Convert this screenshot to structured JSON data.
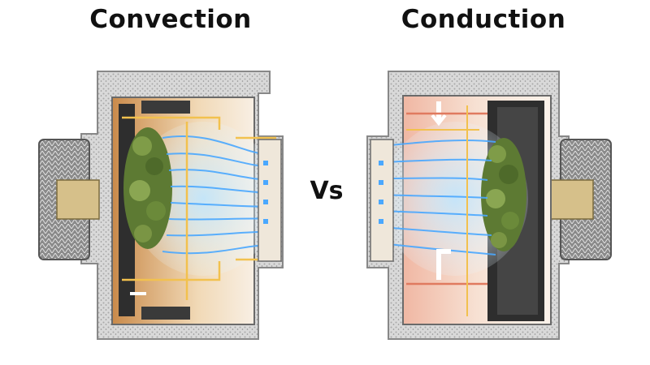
{
  "titles": {
    "left": "Convection",
    "right": "Conduction",
    "separator": "Vs"
  },
  "colors": {
    "housing": "#c8c8c8",
    "airflow": "#4aa8ff",
    "heat": "#f2c14e",
    "hot_metal": "#e07a5f",
    "herb": "#6b8a3a"
  },
  "icons": [
    "convection-chamber-icon",
    "conduction-chamber-icon",
    "herb-icon",
    "airflow-icon",
    "heat-arrow-icon"
  ]
}
